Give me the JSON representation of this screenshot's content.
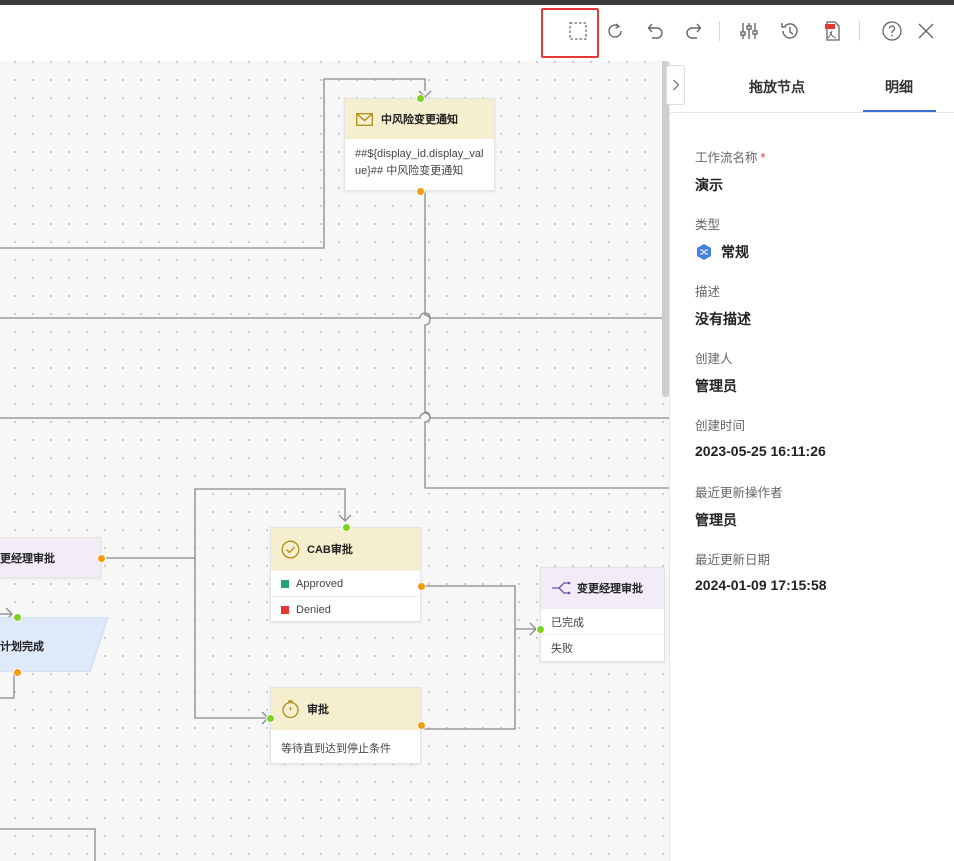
{
  "toolbar": {
    "icons": [
      "select-icon",
      "refresh-icon",
      "undo-icon",
      "redo-icon",
      "settings-sliders-icon",
      "history-icon",
      "pdf-export-icon",
      "help-icon",
      "close-icon"
    ]
  },
  "panel": {
    "tabs": [
      {
        "label": "拖放节点"
      },
      {
        "label": "明细"
      }
    ],
    "fields": {
      "name": {
        "label": "工作流名称",
        "required": "*",
        "value": "演示"
      },
      "type": {
        "label": "类型",
        "value": "常规"
      },
      "desc": {
        "label": "描述",
        "value": "没有描述"
      },
      "creator": {
        "label": "创建人",
        "value": "管理员"
      },
      "created": {
        "label": "创建时间",
        "value": "2023-05-25 16:11:26"
      },
      "updater": {
        "label": "最近更新操作者",
        "value": "管理员"
      },
      "updated": {
        "label": "最近更新日期",
        "value": "2024-01-09 17:15:58"
      }
    }
  },
  "nodes": {
    "notify": {
      "title": "中风险变更通知",
      "body": "##${display_id.display_value}## 中风险变更通知"
    },
    "cab": {
      "title": "CAB审批",
      "rows": [
        "Approved",
        "Denied"
      ]
    },
    "approval": {
      "title": "审批",
      "body": "等待直到达到停止条件"
    },
    "change_mgr": {
      "title": "变更经理审批",
      "rows": [
        "已完成",
        "失败"
      ]
    },
    "left_approval": {
      "title": "更经理审批"
    },
    "plan_done": {
      "title": "计划完成"
    }
  },
  "colors": {
    "accent": "#3d6fd9",
    "highlight": "#e53935",
    "in_port": "#7ed321",
    "out_port": "#f39c12",
    "approved": "#26a17b",
    "denied": "#e53935"
  }
}
